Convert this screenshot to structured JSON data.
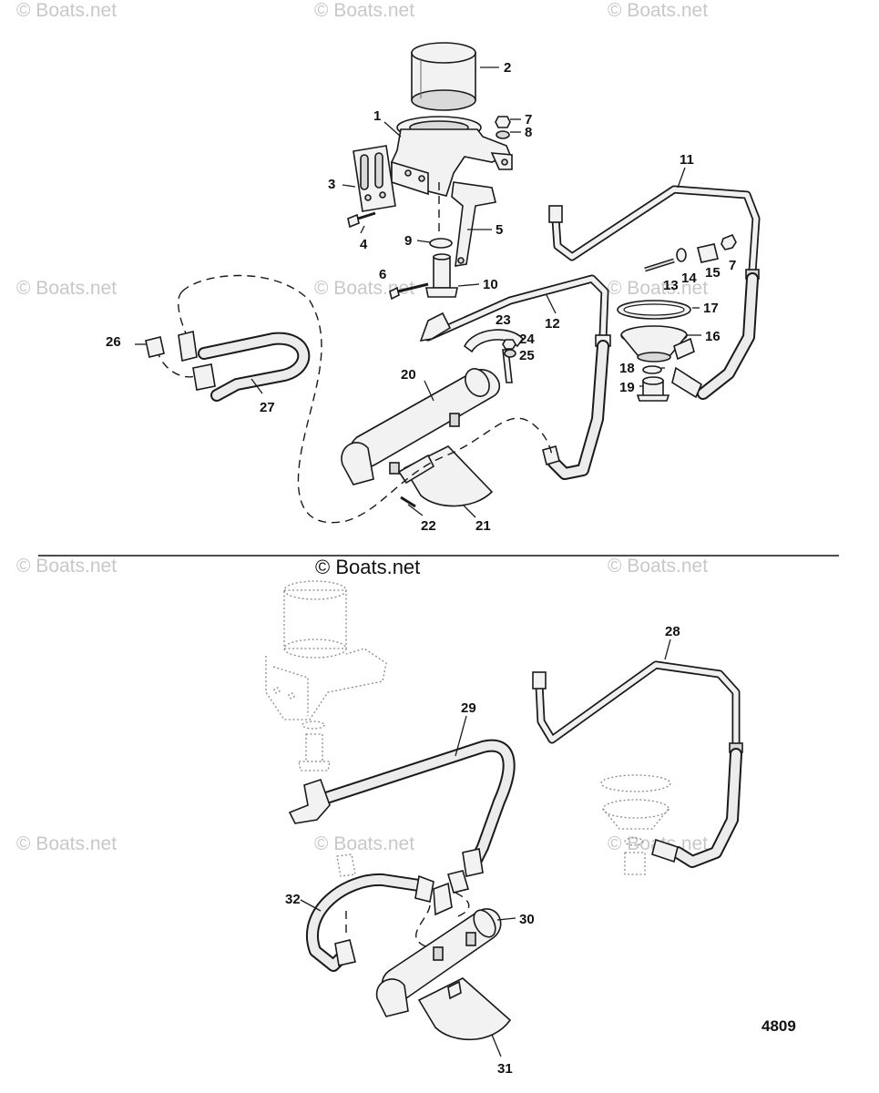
{
  "watermark": "© Boats.net",
  "copyright": "© Boats.net",
  "diagram_code": "4809",
  "callouts": [
    "1",
    "2",
    "3",
    "4",
    "5",
    "6",
    "7",
    "8",
    "9",
    "10",
    "11",
    "12",
    "13",
    "14",
    "15",
    "16",
    "17",
    "18",
    "19",
    "20",
    "21",
    "22",
    "23",
    "24",
    "25",
    "26",
    "27",
    "28",
    "29",
    "30",
    "31",
    "32"
  ]
}
